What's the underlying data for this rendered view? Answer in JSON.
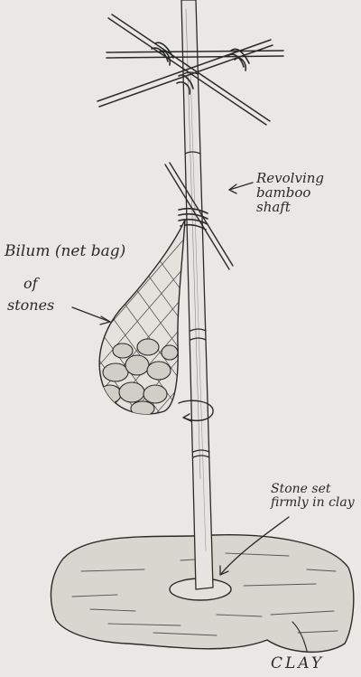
{
  "labels": {
    "shaft": [
      "Revolving",
      "bamboo",
      "shaft"
    ],
    "bilum": "Bilum (net bag)",
    "of": "of",
    "stones": "stones",
    "stone_set": [
      "Stone set",
      "firmly in clay"
    ],
    "clay": "CLAY"
  },
  "colors": {
    "paper": "#e9e8e4",
    "ink": "#2a2a2a",
    "clay_fill": "#d8d6cf"
  },
  "icons": [
    "arrow-icon",
    "rotation-arrow-icon",
    "net-bag-icon",
    "stone-icon"
  ]
}
